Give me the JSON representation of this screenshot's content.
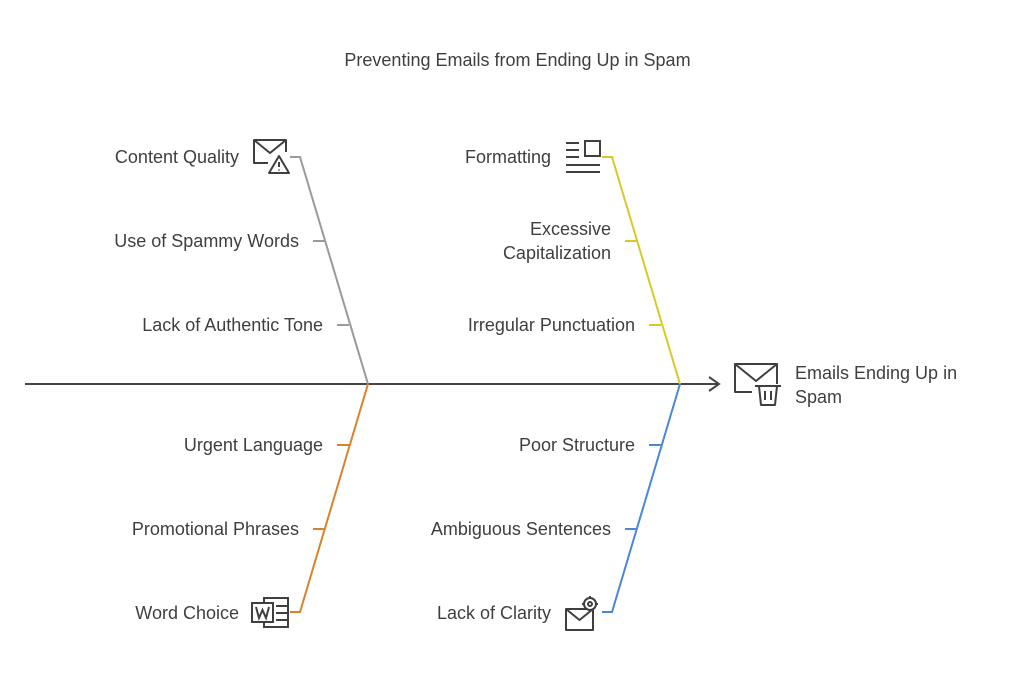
{
  "title": "Preventing Emails from Ending Up in Spam",
  "effect": "Emails Ending Up in Spam",
  "categories": {
    "content_quality": {
      "label": "Content Quality",
      "color": "#9a9a9a",
      "icon": "email-warning-icon",
      "causes": [
        "Use of Spammy Words",
        "Lack of Authentic Tone"
      ]
    },
    "formatting": {
      "label": "Formatting",
      "color": "#d8c92b",
      "icon": "document-layout-icon",
      "causes": [
        "Excessive Capitalization",
        "Irregular Punctuation"
      ]
    },
    "word_choice": {
      "label": "Word Choice",
      "color": "#d9822b",
      "icon": "word-document-icon",
      "causes": [
        "Urgent Language",
        "Promotional Phrases"
      ]
    },
    "lack_of_clarity": {
      "label": "Lack of Clarity",
      "color": "#4a86d9",
      "icon": "email-settings-icon",
      "causes": [
        "Poor Structure",
        "Ambiguous Sentences"
      ]
    }
  }
}
